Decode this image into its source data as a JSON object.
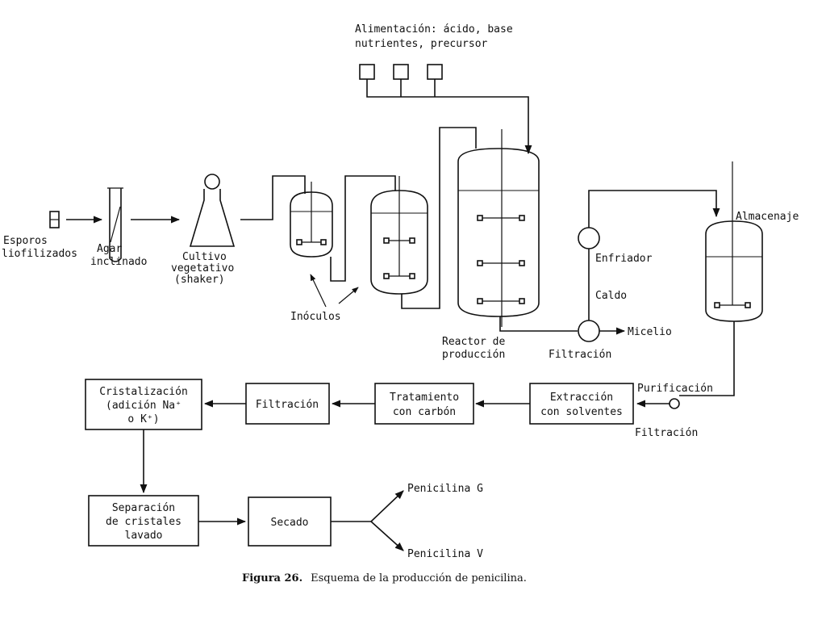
{
  "feed": {
    "line1": "Alimentación: ácido, base",
    "line2": "nutrientes, precursor"
  },
  "stages": {
    "spores": [
      "Esporos",
      "liofilizados"
    ],
    "agar": [
      "Agar",
      "inclinado"
    ],
    "culture": [
      "Cultivo",
      "vegetativo",
      "(shaker)"
    ],
    "inocula": "Inóculos",
    "reactor": [
      "Reactor de",
      "producción"
    ],
    "cooler": "Enfriador",
    "broth": "Caldo",
    "filtration1": "Filtración",
    "mycelium": "Micelio",
    "storage": "Almacenaje",
    "purification": "Purificación",
    "filtration2": "Filtración"
  },
  "process_boxes": {
    "crystallization": [
      "Cristalización",
      "(adición Na⁺",
      "o K⁺)"
    ],
    "filtration": "Filtración",
    "carbon": [
      "Tratamiento",
      "con carbón"
    ],
    "extraction": [
      "Extracción",
      "con solventes"
    ],
    "separation": [
      "Separación",
      "de cristales",
      "lavado"
    ],
    "drying": "Secado"
  },
  "products": {
    "g": "Penicilina G",
    "v": "Penicilina V"
  },
  "caption": {
    "label": "Figura 26.",
    "text": "Esquema de la producción de penicilina."
  }
}
